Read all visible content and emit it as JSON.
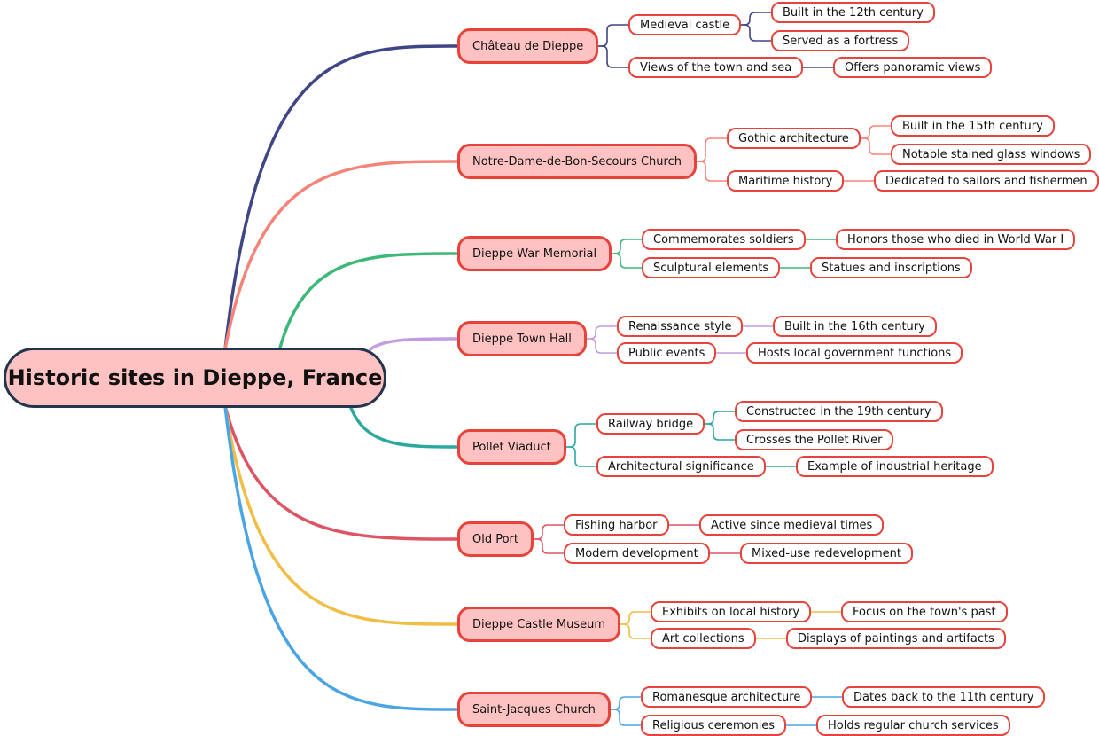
{
  "root": {
    "label": "Historic sites in Dieppe, France"
  },
  "branches": [
    {
      "label": "Château de Dieppe",
      "color": "#3f4585",
      "children": [
        {
          "label": "Medieval castle",
          "children": [
            {
              "label": "Built in the 12th century"
            },
            {
              "label": "Served as a fortress"
            }
          ]
        },
        {
          "label": "Views of the town and sea",
          "children": [
            {
              "label": "Offers panoramic views"
            }
          ]
        }
      ]
    },
    {
      "label": "Notre-Dame-de-Bon-Secours Church",
      "color": "#f58478",
      "children": [
        {
          "label": "Gothic architecture",
          "children": [
            {
              "label": "Built in the 15th century"
            },
            {
              "label": "Notable stained glass windows"
            }
          ]
        },
        {
          "label": "Maritime history",
          "children": [
            {
              "label": "Dedicated to sailors and fishermen"
            }
          ]
        }
      ]
    },
    {
      "label": "Dieppe War Memorial",
      "color": "#3cb878",
      "children": [
        {
          "label": "Commemorates soldiers",
          "children": [
            {
              "label": "Honors those who died in World War I"
            }
          ]
        },
        {
          "label": "Sculptural elements",
          "children": [
            {
              "label": "Statues and inscriptions"
            }
          ]
        }
      ]
    },
    {
      "label": "Dieppe Town Hall",
      "color": "#c29ce0",
      "children": [
        {
          "label": "Renaissance style",
          "children": [
            {
              "label": "Built in the 16th century"
            }
          ]
        },
        {
          "label": "Public events",
          "children": [
            {
              "label": "Hosts local government functions"
            }
          ]
        }
      ]
    },
    {
      "label": "Pollet Viaduct",
      "color": "#2ba8a0",
      "children": [
        {
          "label": "Railway bridge",
          "children": [
            {
              "label": "Constructed in the 19th century"
            },
            {
              "label": "Crosses the Pollet River"
            }
          ]
        },
        {
          "label": "Architectural significance",
          "children": [
            {
              "label": "Example of industrial heritage"
            }
          ]
        }
      ]
    },
    {
      "label": "Old Port",
      "color": "#dd5565",
      "children": [
        {
          "label": "Fishing harbor",
          "children": [
            {
              "label": "Active since medieval times"
            }
          ]
        },
        {
          "label": "Modern development",
          "children": [
            {
              "label": "Mixed-use redevelopment"
            }
          ]
        }
      ]
    },
    {
      "label": "Dieppe Castle Museum",
      "color": "#f0bd45",
      "children": [
        {
          "label": "Exhibits on local history",
          "children": [
            {
              "label": "Focus on the town's past"
            }
          ]
        },
        {
          "label": "Art collections",
          "children": [
            {
              "label": "Displays of paintings and artifacts"
            }
          ]
        }
      ]
    },
    {
      "label": "Saint-Jacques Church",
      "color": "#4aa5e6",
      "children": [
        {
          "label": "Romanesque architecture",
          "children": [
            {
              "label": "Dates back to the 11th century"
            }
          ]
        },
        {
          "label": "Religious ceremonies",
          "children": [
            {
              "label": "Holds regular church services"
            }
          ]
        }
      ]
    }
  ]
}
